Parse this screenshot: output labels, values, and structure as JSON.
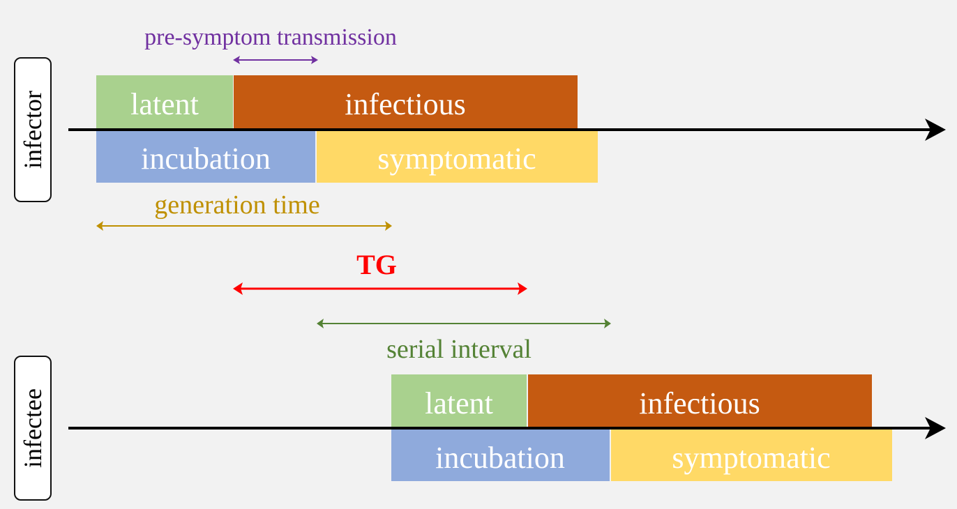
{
  "roles": {
    "infector": "infector",
    "infectee": "infectee"
  },
  "segments": {
    "latent": "latent",
    "infectious": "infectious",
    "incubation": "incubation",
    "symptomatic": "symptomatic"
  },
  "intervals": {
    "pre_symptom": "pre-symptom transmission",
    "generation": "generation time",
    "tg": "TG",
    "serial": "serial interval"
  },
  "colors": {
    "latent": "#a9d18e",
    "infectious": "#c55a11",
    "incubation": "#8faadc",
    "symptomatic": "#ffd966",
    "pre_symptom": "#7030a0",
    "generation": "#bf9000",
    "tg": "#ff0000",
    "serial": "#548235",
    "axis": "#000000",
    "background": "#f2f2f2"
  }
}
